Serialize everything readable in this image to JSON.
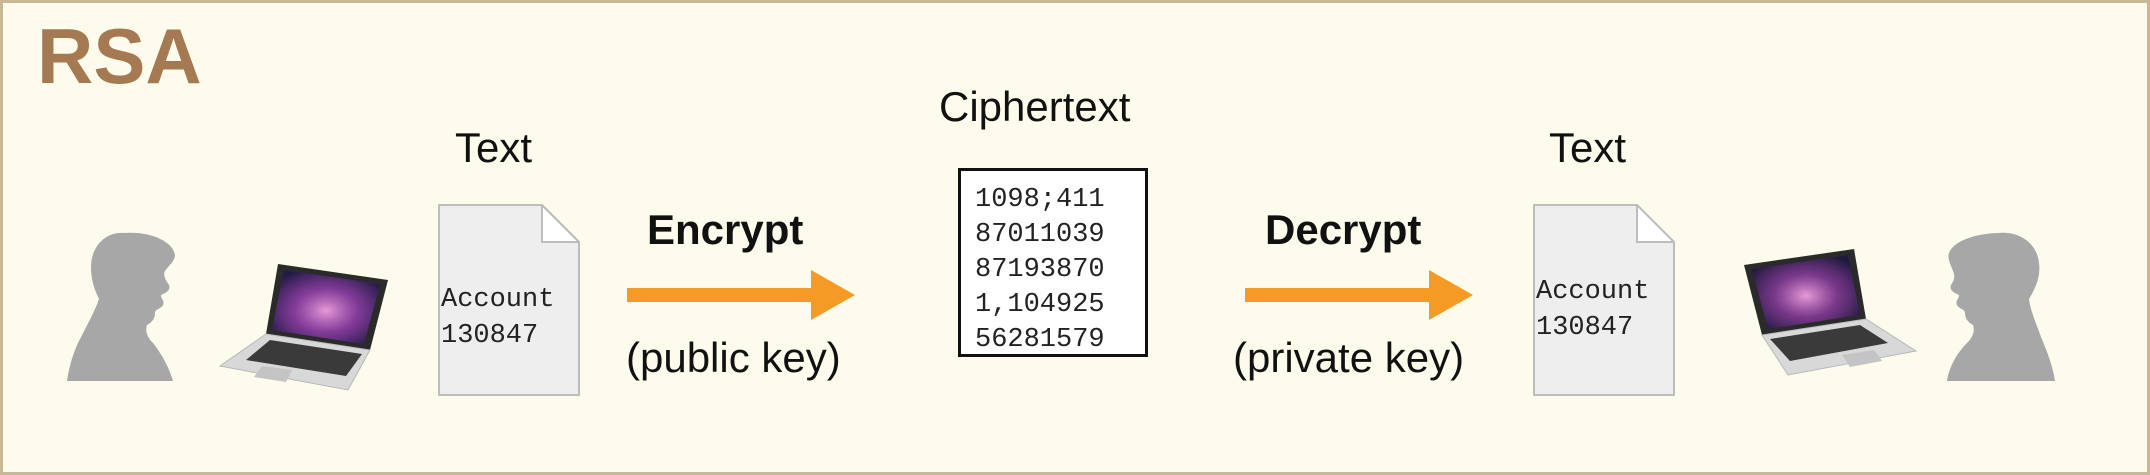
{
  "title": "RSA",
  "sender": {
    "doc_label": "Text",
    "doc_lines": [
      "Account",
      "130847"
    ]
  },
  "encrypt": {
    "label": "Encrypt",
    "key": "(public key)"
  },
  "ciphertext": {
    "label": "Ciphertext",
    "lines": [
      "1098;411",
      "87011039",
      "87193870",
      "1,104925",
      "56281579"
    ]
  },
  "decrypt": {
    "label": "Decrypt",
    "key": "(private key)"
  },
  "receiver": {
    "doc_label": "Text",
    "doc_lines": [
      "Account",
      "130847"
    ]
  },
  "colors": {
    "title": "#a57a52",
    "arrow": "#f49a25",
    "background": "#fdfcec",
    "border": "#c8b898",
    "silhouette": "#a7a7a7"
  },
  "icons": [
    "person-silhouette-icon",
    "laptop-icon",
    "document-icon"
  ]
}
